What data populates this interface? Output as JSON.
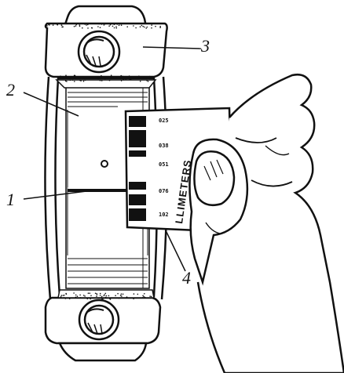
{
  "callouts": [
    {
      "number": "1",
      "target": "squeezed plastigage strip"
    },
    {
      "number": "2",
      "target": "bearing shell"
    },
    {
      "number": "3",
      "target": "bearing cap"
    },
    {
      "number": "4",
      "target": "plastigage gauge card"
    }
  ],
  "gauge": {
    "word": "LLIMETERS",
    "scale_marks": [
      "025",
      "038",
      "051",
      "076",
      "102"
    ]
  },
  "colors": {
    "ink": "#111111",
    "paper": "#ffffff"
  }
}
